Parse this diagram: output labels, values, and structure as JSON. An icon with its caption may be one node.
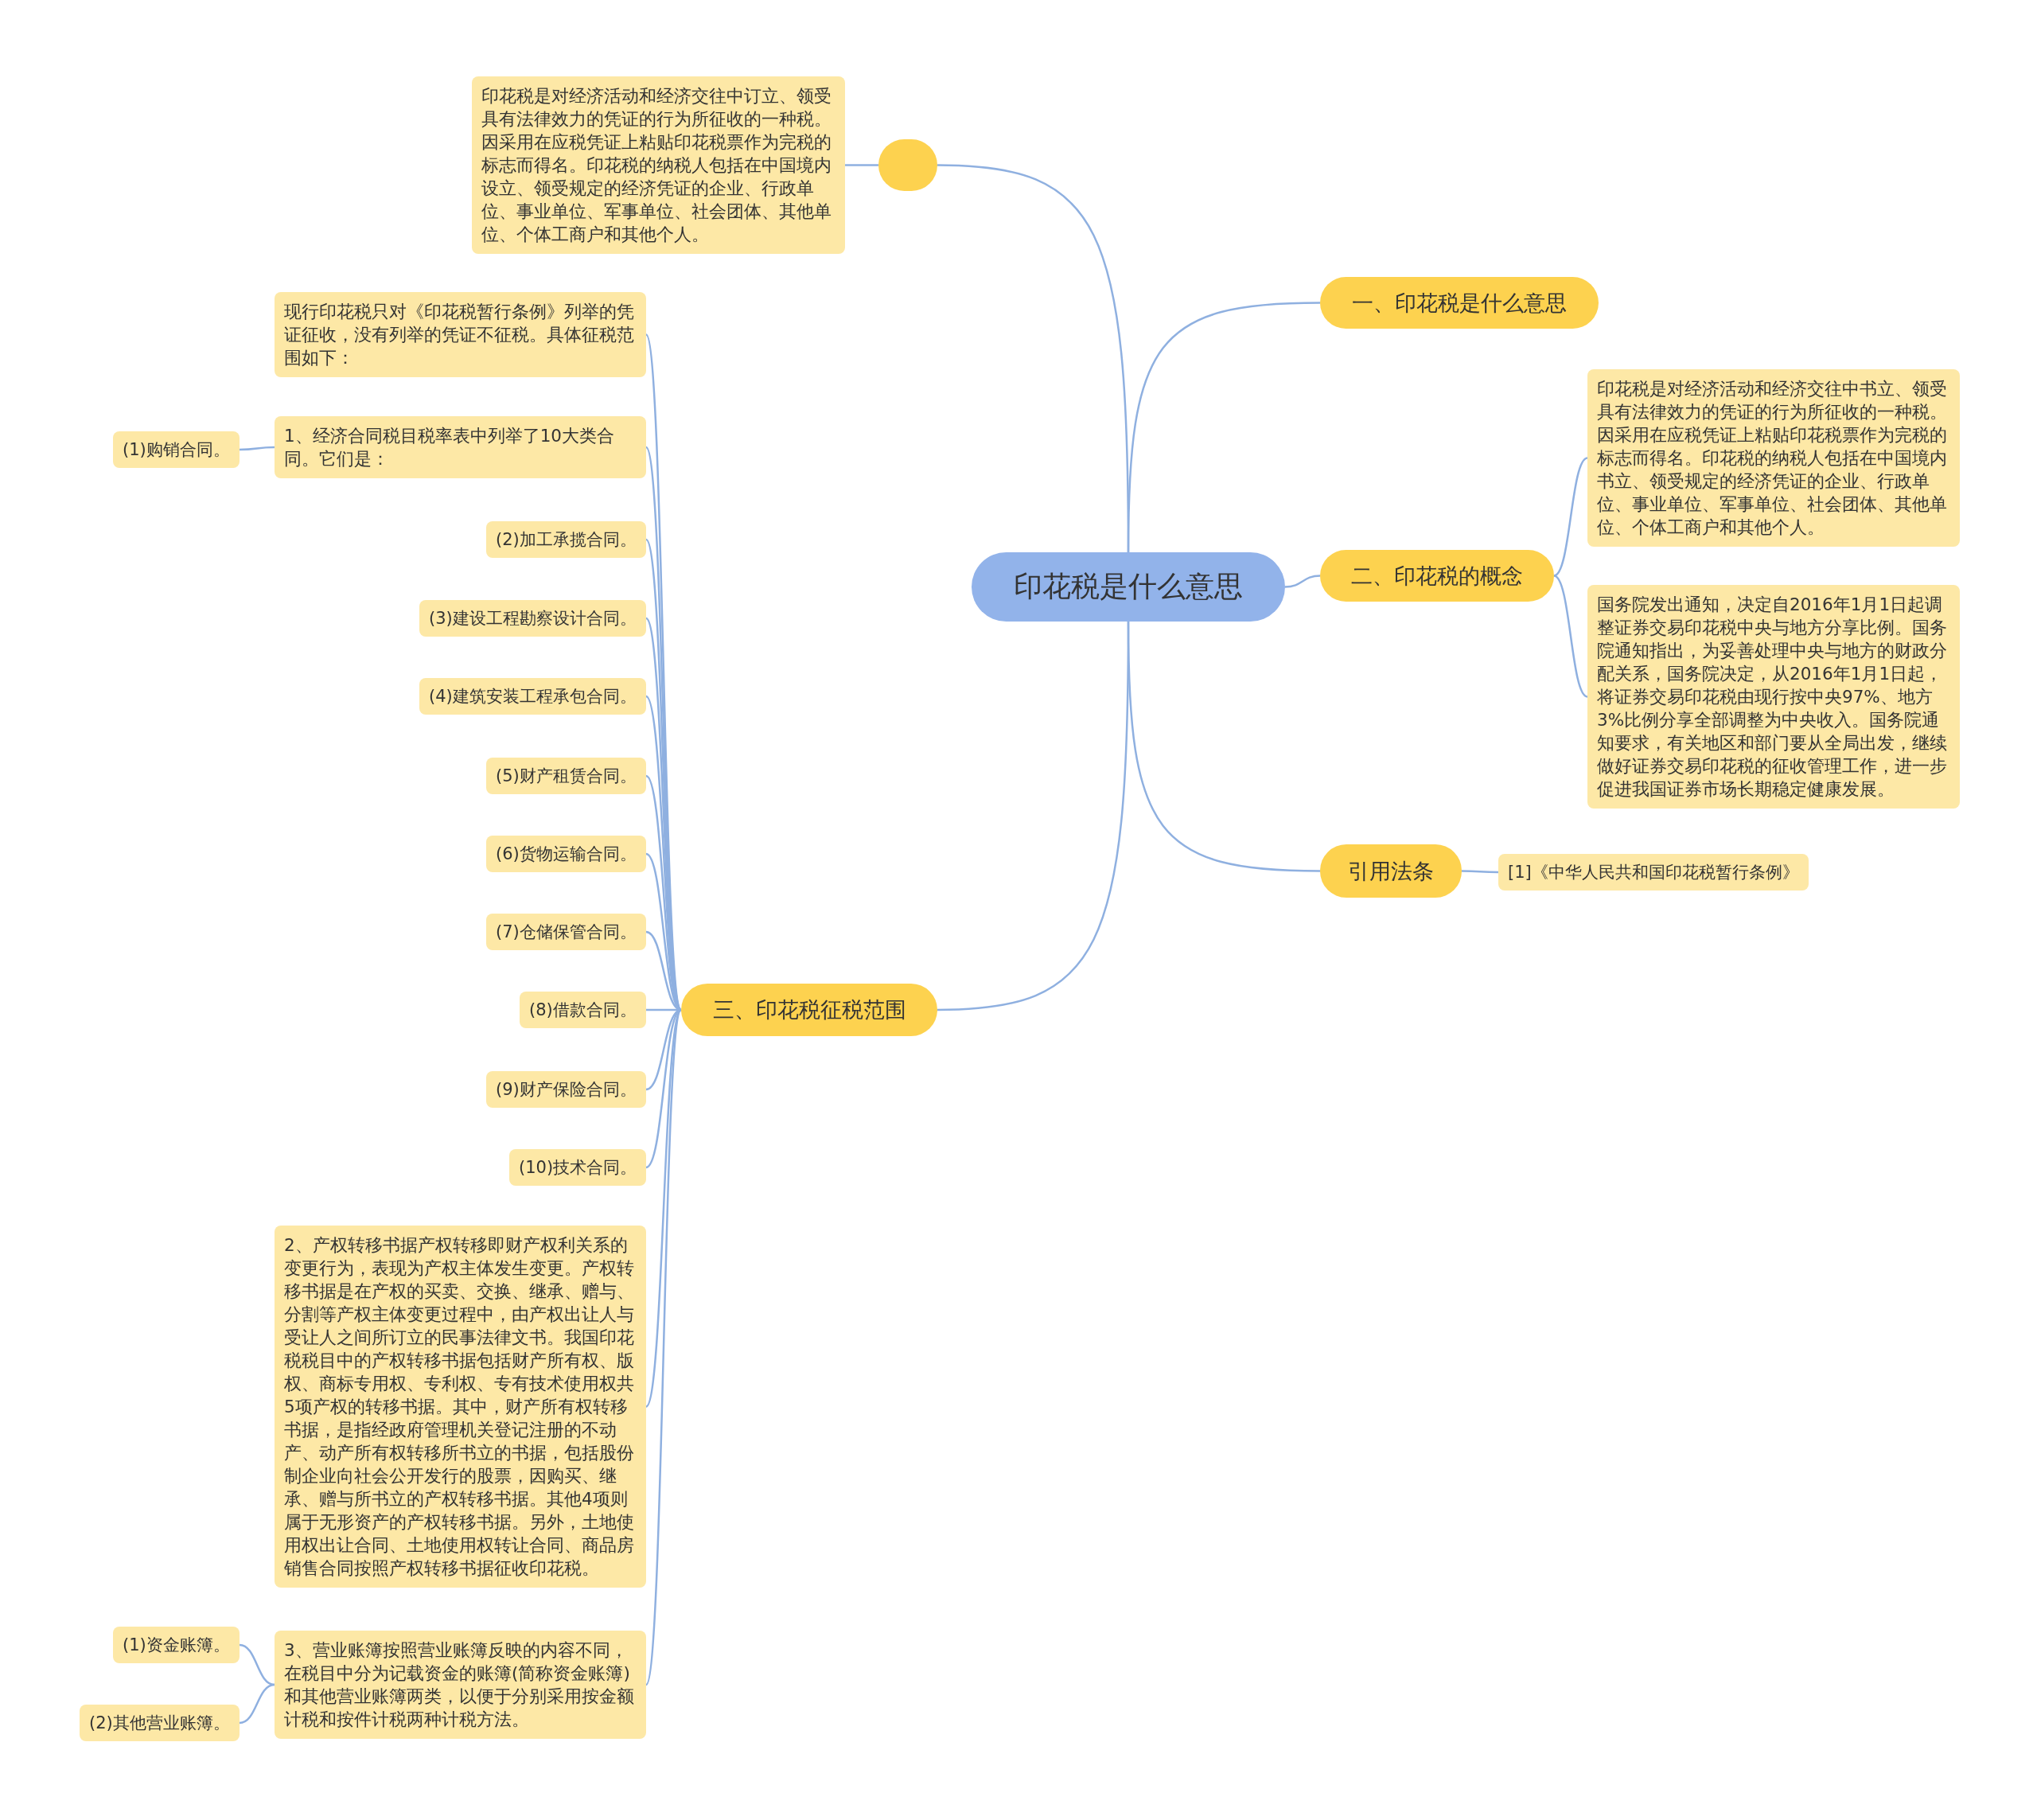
{
  "diagram": {
    "nodes": [
      {
        "text": [
          "印花税是什么意思"
        ]
      },
      {
        "text": [],
        "shape": "box"
      },
      {
        "text": [
          "印花税是对经济活动和经济交往中订立、领受具有法律效力的凭证的行为所征收的一种税。因采用在应税凭证上粘贴印花税票作为完税的标志而得名。印花税的纳税人包括在中国境内设立、领受规定的经济凭证的企业、行政单位、事业单位、军事单位、社会团体、其他单位、个体工商户和其他个人。"
        ]
      },
      {
        "text": [
          "一、印花税是什么意思"
        ]
      },
      {
        "text": [
          "二、印花税的概念"
        ]
      },
      {
        "text": [
          "印花税是对经济活动和经济交往中书立、领受具有法律效力的凭证的行为所征收的一种税。因采用在应税凭证上粘贴印花税票作为完税的标志而得名。印花税的纳税人包括在中国境内书立、领受规定的经济凭证的企业、行政单位、事业单位、军事单位、社会团体、其他单位、个体工商户和其他个人。"
        ]
      },
      {
        "text": [
          "国务院发出通知，决定自2016年1月1日起调整证券交易印花税中央与地方分享比例。国务院通知指出，为妥善处理中央与地方的财政分配关系，国务院决定，从2016年1月1日起，将证券交易印花税由现行按中央97%、地方3%比例分享全部调整为中央收入。国务院通知要求，有关地区和部门要从全局出发，继续做好证券交易印花税的征收管理工作，进一步促进我国证券市场长期稳定健康发展。"
        ]
      },
      {
        "text": [
          "引用法条"
        ]
      },
      {
        "text": [
          "[1]《中华人民共和国印花税暂行条例》"
        ]
      },
      {
        "text": [
          "三、印花税征税范围"
        ]
      },
      {
        "text": [
          "现行印花税只对《印花税暂行条例》列举的凭证征收，没有列举的凭证不征税。具体征税范围如下："
        ]
      },
      {
        "text": [
          "1、经济合同税目税率表中列举了10大类合同。它们是："
        ]
      },
      {
        "text": [
          "(1)购销合同。"
        ]
      },
      {
        "text": [
          "(2)加工承揽合同。"
        ]
      },
      {
        "text": [
          "(3)建设工程勘察设计合同。"
        ]
      },
      {
        "text": [
          "(4)建筑安装工程承包合同。"
        ]
      },
      {
        "text": [
          "(5)财产租赁合同。"
        ]
      },
      {
        "text": [
          "(6)货物运输合同。"
        ]
      },
      {
        "text": [
          "(7)仓储保管合同。"
        ]
      },
      {
        "text": [
          "(8)借款合同。"
        ]
      },
      {
        "text": [
          "(9)财产保险合同。"
        ]
      },
      {
        "text": [
          "(10)技术合同。"
        ]
      },
      {
        "text": [
          "2、产权转移书据产权转移即财产权利关系的变更行为，表现为产权主体发生变更。产权转移书据是在产权的买卖、交换、继承、赠与、分割等产权主体变更过程中，由产权出让人与受让人之间所订立的民事法律文书。我国印花税税目中的产权转移书据包括财产所有权、版权、商标专用权、专利权、专有技术使用权共5项产权的转移书据。其中，财产所有权转移书据，是指经政府管理机关登记注册的不动产、动产所有权转移所书立的书据，包括股份制企业向社会公开发行的股票，因购买、继承、赠与所书立的产权转移书据。其他4项则属于无形资产的产权转移书据。另外，土地使用权出让合同、土地使用权转让合同、商品房销售合同按照产权转移书据征收印花税。"
        ]
      },
      {
        "text": [
          "3、营业账簿按照营业账簿反映的内容不同，在税目中分为记载资金的账簿(简称资金账簿)和其他营业账簿两类，以便于分别采用按金额计税和按件计税两种计税方法。"
        ]
      },
      {
        "text": [
          "(1)资金账簿。"
        ]
      },
      {
        "text": [
          "(2)其他营业账簿。"
        ]
      }
    ],
    "edges": [
      {
        "from": 0,
        "to": 1,
        "arrow": "none"
      },
      {
        "from": 1,
        "to": 2,
        "arrow": "none"
      },
      {
        "from": 0,
        "to": 3,
        "arrow": "none"
      },
      {
        "from": 0,
        "to": 4,
        "arrow": "none"
      },
      {
        "from": 4,
        "to": 5,
        "arrow": "none"
      },
      {
        "from": 4,
        "to": 6,
        "arrow": "none"
      },
      {
        "from": 0,
        "to": 7,
        "arrow": "none"
      },
      {
        "from": 7,
        "to": 8,
        "arrow": "none"
      },
      {
        "from": 0,
        "to": 9,
        "arrow": "none"
      },
      {
        "from": 9,
        "to": 10,
        "arrow": "none"
      },
      {
        "from": 9,
        "to": 11,
        "arrow": "none"
      },
      {
        "from": 11,
        "to": 12,
        "arrow": "none"
      },
      {
        "from": 9,
        "to": 13,
        "arrow": "none"
      },
      {
        "from": 9,
        "to": 14,
        "arrow": "none"
      },
      {
        "from": 9,
        "to": 15,
        "arrow": "none"
      },
      {
        "from": 9,
        "to": 16,
        "arrow": "none"
      },
      {
        "from": 9,
        "to": 17,
        "arrow": "none"
      },
      {
        "from": 9,
        "to": 18,
        "arrow": "none"
      },
      {
        "from": 9,
        "to": 19,
        "arrow": "none"
      },
      {
        "from": 9,
        "to": 20,
        "arrow": "none"
      },
      {
        "from": 9,
        "to": 21,
        "arrow": "none"
      },
      {
        "from": 9,
        "to": 22,
        "arrow": "none"
      },
      {
        "from": 9,
        "to": 23,
        "arrow": "none"
      },
      {
        "from": 23,
        "to": 24,
        "arrow": "none"
      },
      {
        "from": 23,
        "to": 25,
        "arrow": "none"
      }
    ]
  }
}
